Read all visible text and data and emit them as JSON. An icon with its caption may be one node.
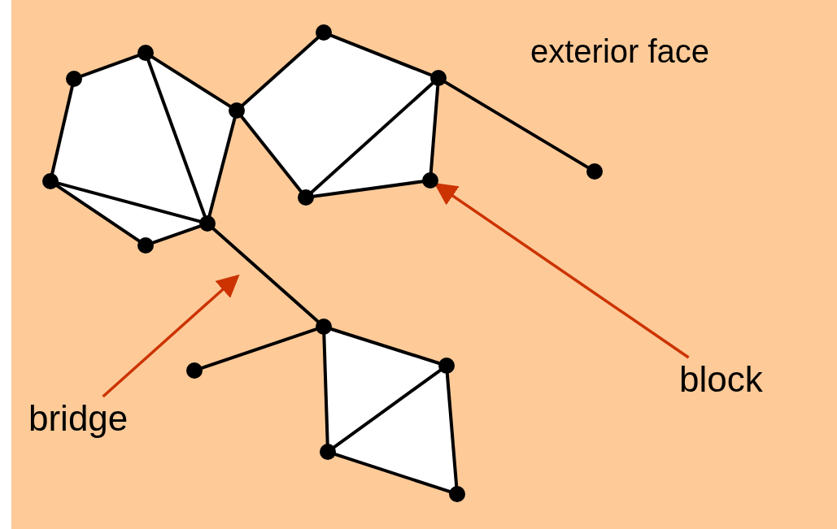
{
  "diagram": {
    "nodes": [
      {
        "text": [],
        "shape": "circle"
      },
      {
        "text": [],
        "shape": "circle"
      },
      {
        "text": [],
        "shape": "circle"
      },
      {
        "text": [],
        "shape": "circle"
      },
      {
        "text": [],
        "shape": "circle"
      },
      {
        "text": [],
        "shape": "circle"
      },
      {
        "text": [],
        "shape": "circle"
      },
      {
        "text": [],
        "shape": "circle"
      },
      {
        "text": [],
        "shape": "circle"
      },
      {
        "text": [],
        "shape": "circle"
      },
      {
        "text": [],
        "shape": "circle"
      },
      {
        "text": [],
        "shape": "circle"
      },
      {
        "text": [],
        "shape": "circle"
      },
      {
        "text": [],
        "shape": "circle"
      },
      {
        "text": [],
        "shape": "circle"
      },
      {
        "text": [],
        "shape": "circle"
      },
      {
        "text": [
          "bridge"
        ]
      },
      {
        "text": [
          "block"
        ]
      }
    ],
    "edges": [
      {
        "from": 0,
        "to": 1,
        "arrow": "none"
      },
      {
        "from": 1,
        "to": 5,
        "arrow": "none"
      },
      {
        "from": 1,
        "to": 4,
        "arrow": "none"
      },
      {
        "from": 0,
        "to": 2,
        "arrow": "none"
      },
      {
        "from": 2,
        "to": 4,
        "arrow": "none"
      },
      {
        "from": 2,
        "to": 3,
        "arrow": "none"
      },
      {
        "from": 3,
        "to": 4,
        "arrow": "none"
      },
      {
        "from": 4,
        "to": 5,
        "arrow": "none"
      },
      {
        "from": 5,
        "to": 6,
        "arrow": "none"
      },
      {
        "from": 6,
        "to": 7,
        "arrow": "none"
      },
      {
        "from": 7,
        "to": 9,
        "arrow": "none"
      },
      {
        "from": 9,
        "to": 8,
        "arrow": "none"
      },
      {
        "from": 8,
        "to": 7,
        "arrow": "none"
      },
      {
        "from": 5,
        "to": 8,
        "arrow": "none"
      },
      {
        "from": 7,
        "to": 10,
        "arrow": "none"
      },
      {
        "from": 4,
        "to": 11,
        "arrow": "none"
      },
      {
        "from": 11,
        "to": 12,
        "arrow": "none"
      },
      {
        "from": 11,
        "to": 13,
        "arrow": "none"
      },
      {
        "from": 13,
        "to": 14,
        "arrow": "none"
      },
      {
        "from": 11,
        "to": 14,
        "arrow": "none"
      },
      {
        "from": 14,
        "to": 15,
        "arrow": "none"
      },
      {
        "from": 15,
        "to": 13,
        "arrow": "none"
      },
      {
        "from": 16,
        "to": null,
        "arrow": "to",
        "color": "#cc3300"
      },
      {
        "from": 17,
        "to": 9,
        "arrow": "to",
        "color": "#cc3300"
      }
    ],
    "labels": [
      "exterior face"
    ]
  }
}
